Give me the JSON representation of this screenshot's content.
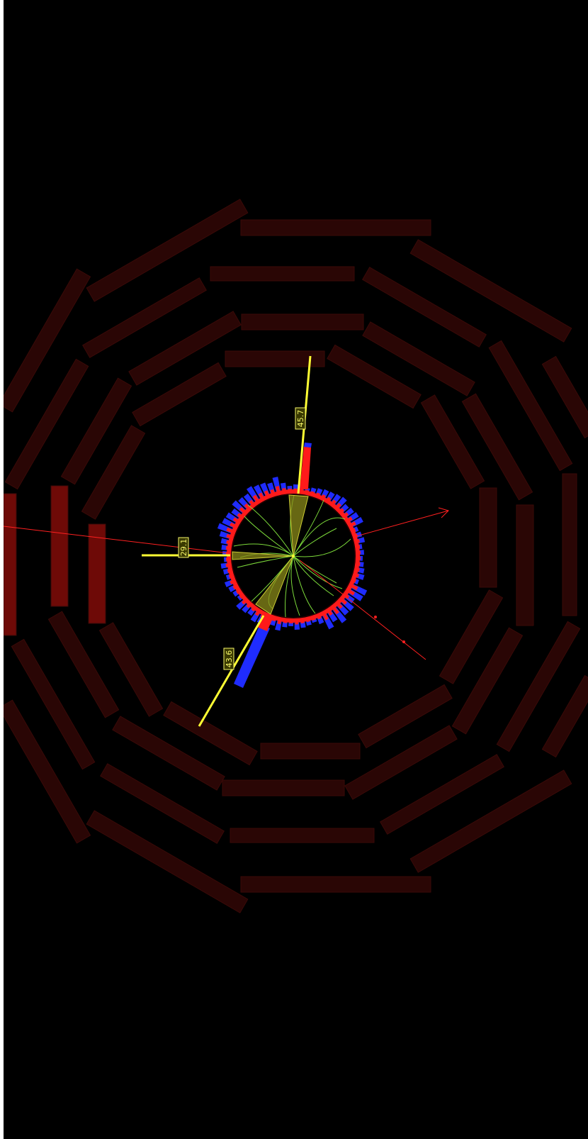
{
  "display": {
    "background": "#000000",
    "frame": "#ffffff",
    "muon_chamber_color": "#2a0605",
    "muon_chamber_highlight": "#6e0a07",
    "chamber_edge": "#3a0a08",
    "ecal_color": "#ff1a1a",
    "hcal_color": "#1f2cff",
    "track_color": "#7cd93a",
    "jet_color": "#ffff33",
    "jet_cone_fill": "#8a8a1a",
    "muon_color": "#ff2020"
  },
  "jets": [
    {
      "label": "45.7",
      "pt": 45.7
    },
    {
      "label": "29.1",
      "pt": 29.1
    },
    {
      "label": "43.6",
      "pt": 43.6
    }
  ]
}
